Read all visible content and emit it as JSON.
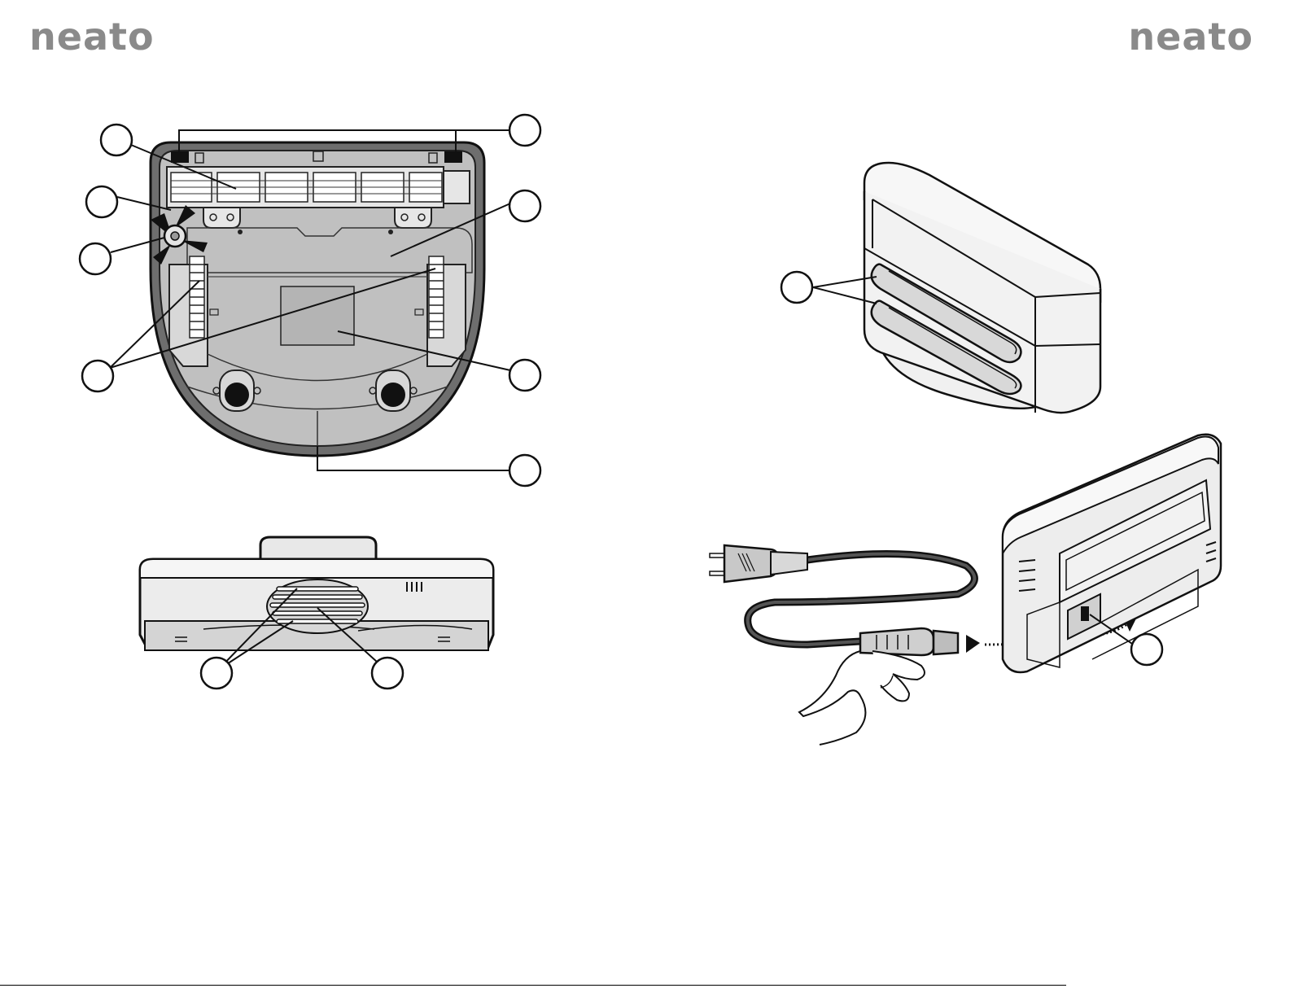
{
  "brand": {
    "logo_text": "neato"
  },
  "colors": {
    "ink": "#1a1a1a",
    "robot_body_gray": "#bfbfbf",
    "robot_rim_dark": "#6e6e6e",
    "base_fill": "#f2f2f2",
    "logo_gray": "#8a8a8a"
  },
  "figures": [
    {
      "id": "robot-bottom-view",
      "callout_count": 8
    },
    {
      "id": "robot-back-view",
      "callout_count": 2
    },
    {
      "id": "charging-base-front",
      "callout_count": 1
    },
    {
      "id": "charging-base-power-cord",
      "callout_count": 1
    }
  ]
}
